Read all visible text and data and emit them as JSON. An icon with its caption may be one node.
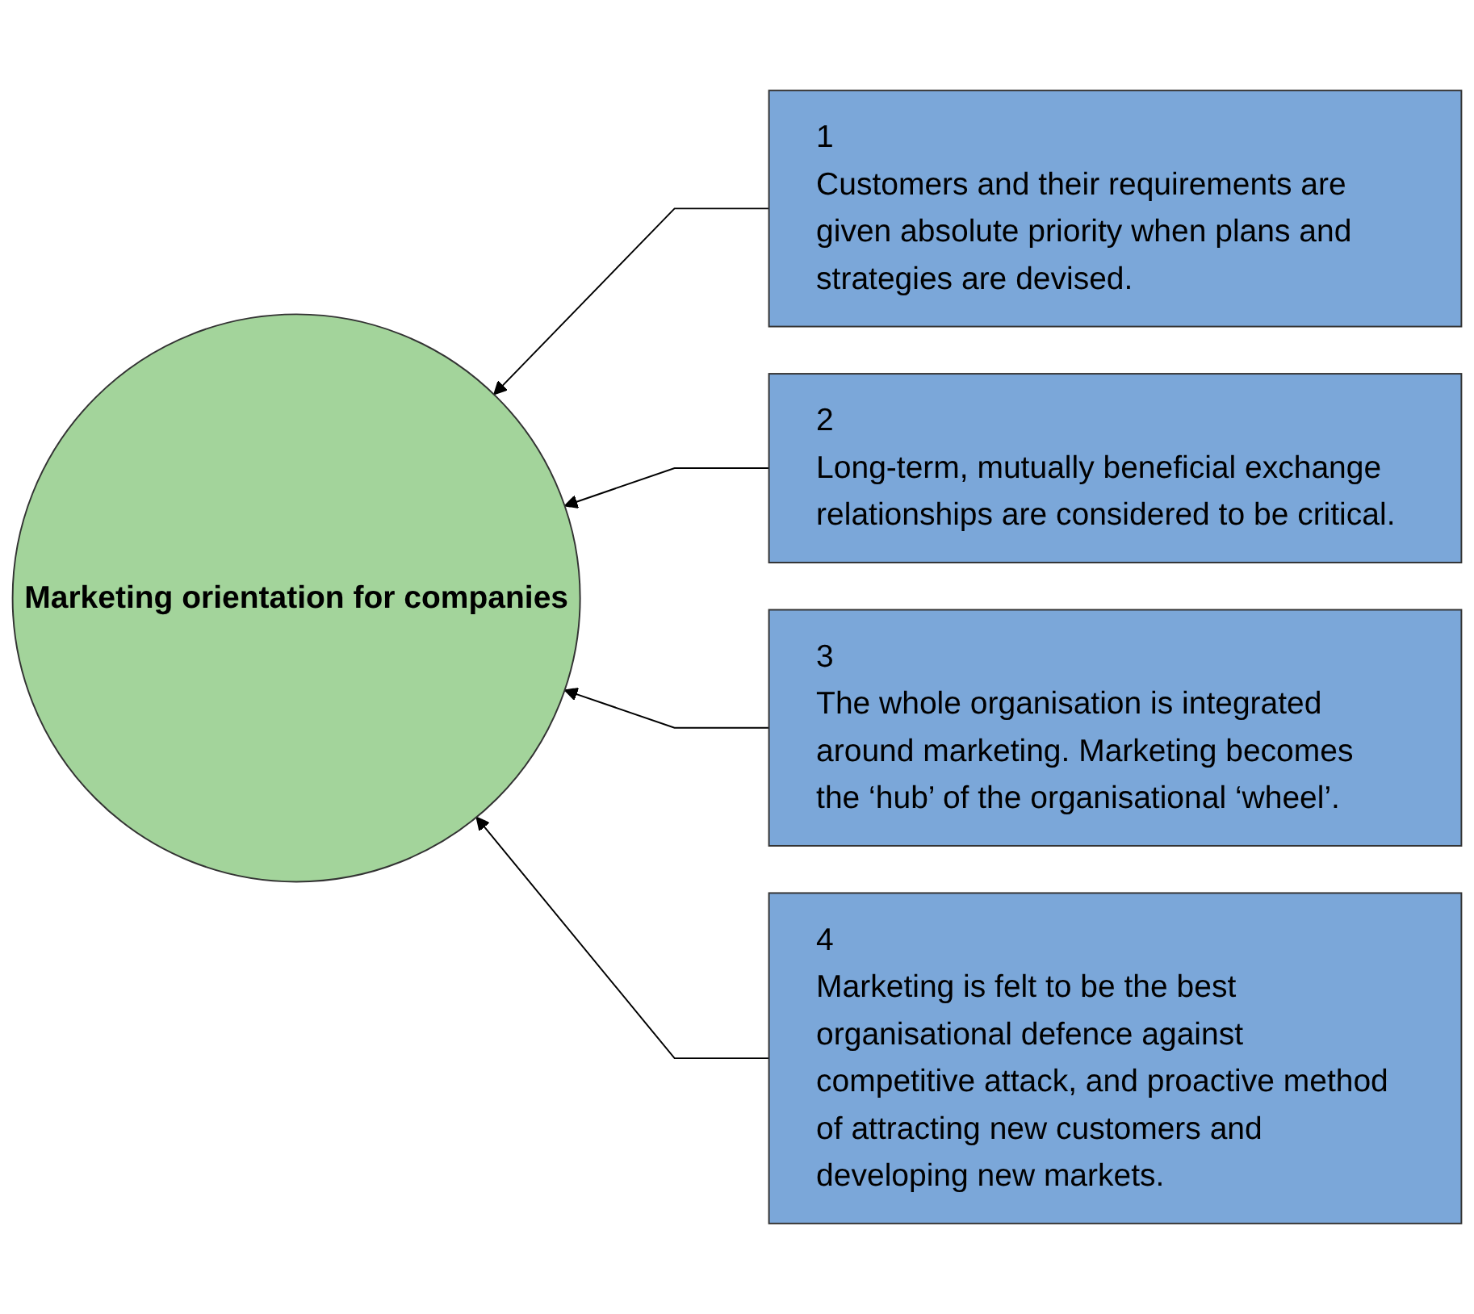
{
  "diagram": {
    "nodes": [
      {
        "text": [
          "Marketing orientation for companies"
        ]
      },
      {
        "text": [
          "1",
          "Customers and their requirements are given absolute priority when plans and strategies are devised."
        ]
      },
      {
        "text": [
          "2",
          "Long-term, mutually beneficial exchange relationships are considered to be critical."
        ]
      },
      {
        "text": [
          "3",
          "The whole organisation is integrated around marketing. Marketing becomes the ‘hub’ of the organisational ‘wheel’."
        ]
      },
      {
        "text": [
          "4",
          "Marketing is felt to be the best organisational defence against competitive attack, and proactive method of attracting new customers and developing new markets."
        ]
      }
    ],
    "edges": [
      {
        "from": 1,
        "to": 0,
        "arrow": "to"
      },
      {
        "from": 2,
        "to": 0,
        "arrow": "to"
      },
      {
        "from": 3,
        "to": 0,
        "arrow": "to"
      },
      {
        "from": 4,
        "to": 0,
        "arrow": "to"
      }
    ]
  }
}
